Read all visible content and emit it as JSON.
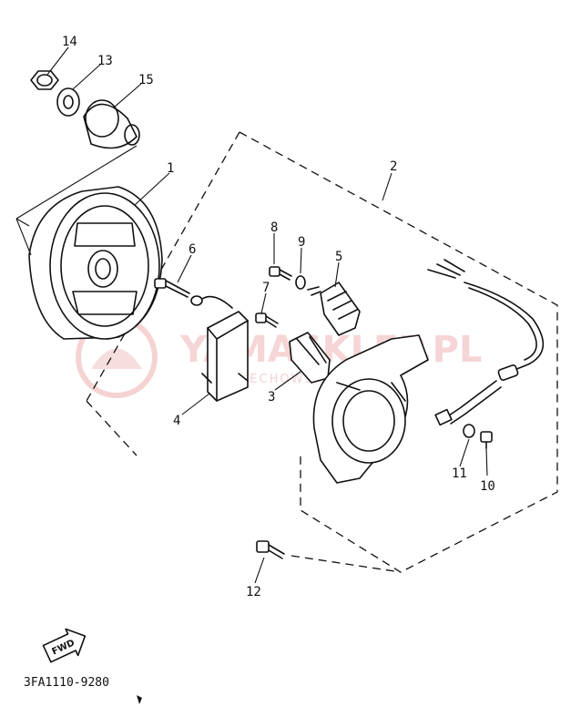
{
  "diagram": {
    "part_numbers": [
      "14",
      "13",
      "15",
      "1",
      "2",
      "6",
      "8",
      "9",
      "5",
      "7",
      "4",
      "3",
      "11",
      "10",
      "12"
    ],
    "callouts": {
      "p14": "14",
      "p13": "13",
      "p15": "15",
      "p1": "1",
      "p2": "2",
      "p6": "6",
      "p8": "8",
      "p9": "9",
      "p5": "5",
      "p7": "7",
      "p4": "4",
      "p3": "3",
      "p11": "11",
      "p10": "10",
      "p12": "12"
    },
    "direction_marker": "FWD",
    "figure_code": "3FA1110-9280"
  },
  "watermark": {
    "text": "YAMASKLEP.PL",
    "subtext": "WOJ.LECHOWSKI YAMAHA",
    "color": "#f2c8c8"
  },
  "colors": {
    "ink": "#111111",
    "background": "#ffffff",
    "watermark": "#f2c8c8"
  }
}
